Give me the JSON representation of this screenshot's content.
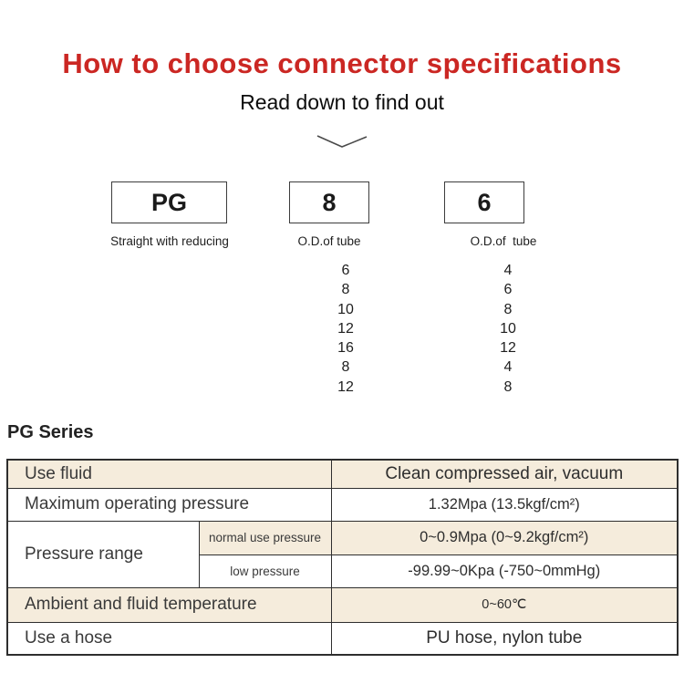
{
  "colors": {
    "accent_red": "#cb2723",
    "table_row_beige": "#f5ecdc",
    "table_border": "#2e2e2e"
  },
  "header": {
    "title": "How to choose connector specifications",
    "subtitle": "Read down to find out",
    "chevron_icon": "chevron-down"
  },
  "diagram": {
    "boxes": [
      {
        "code": "PG",
        "label": "Straight with reducing",
        "sizes": []
      },
      {
        "code": "8",
        "label": "O.D.of tube",
        "sizes": [
          "6",
          "8",
          "10",
          "12",
          "16",
          "8",
          "12"
        ]
      },
      {
        "code": "6",
        "label": "O.D.of  tube",
        "sizes": [
          "4",
          "6",
          "8",
          "10",
          "12",
          "4",
          "8"
        ]
      }
    ]
  },
  "section": {
    "title": "PG Series"
  },
  "spec_table": {
    "rows": [
      {
        "label": "Use fluid",
        "value": "Clean compressed air, vacuum"
      },
      {
        "label": "Maximum operating pressure",
        "value": "1.32Mpa (13.5kgf/cm²)"
      },
      {
        "label": "Pressure range",
        "sub_rows": [
          {
            "label": "normal use pressure",
            "value": "0~0.9Mpa (0~9.2kgf/cm²)"
          },
          {
            "label": "low pressure",
            "value": "-99.99~0Kpa (-750~0mmHg)"
          }
        ]
      },
      {
        "label": "Ambient and fluid temperature",
        "value": "0~60℃"
      },
      {
        "label": "Use a hose",
        "value": "PU hose, nylon tube"
      }
    ]
  }
}
